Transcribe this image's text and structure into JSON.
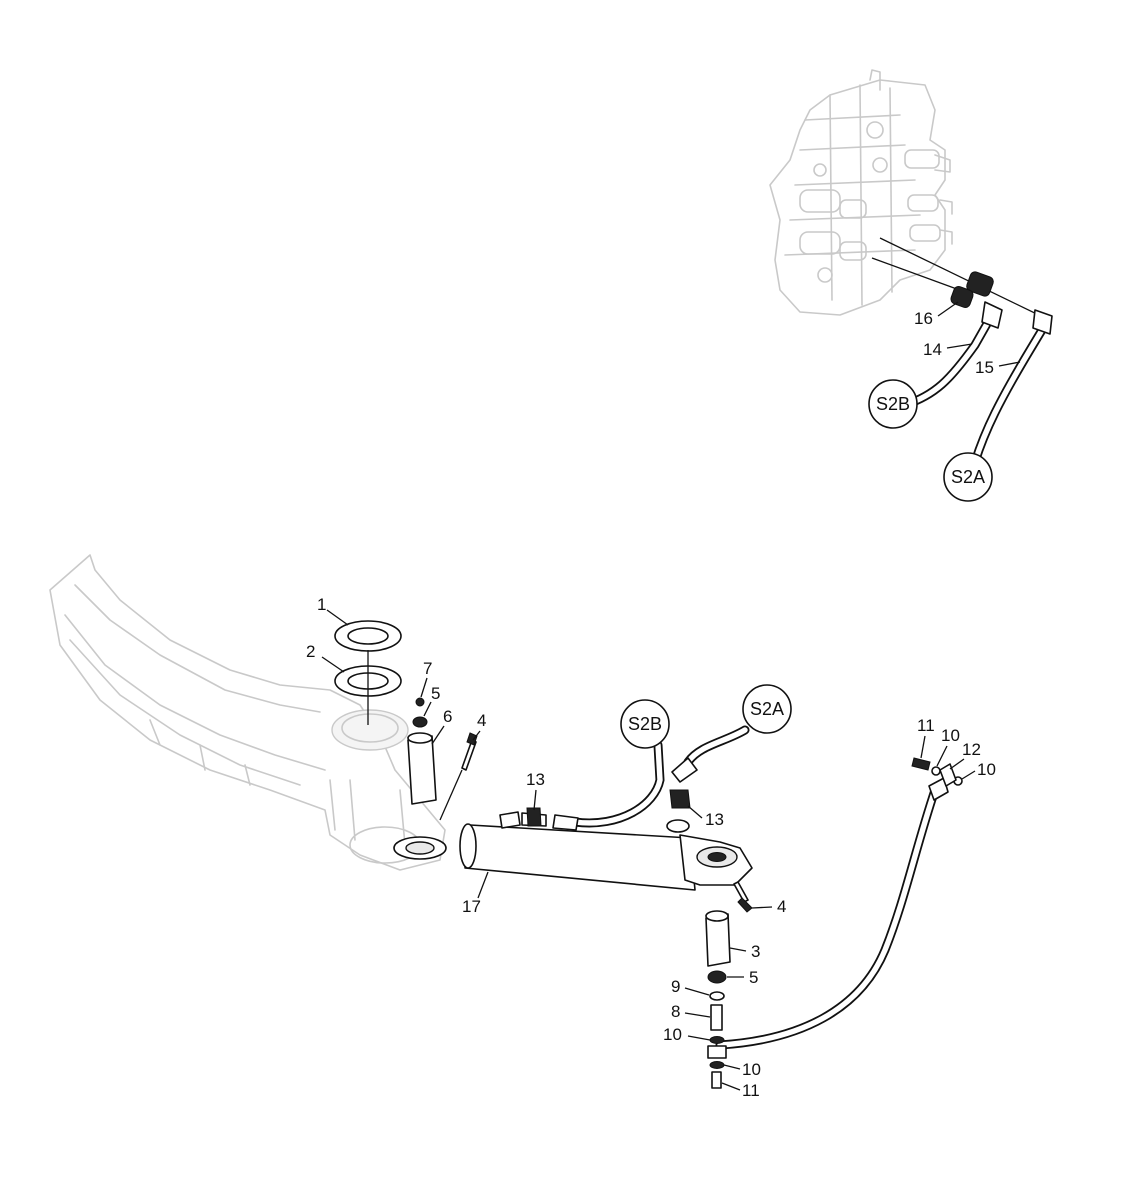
{
  "callouts": {
    "c1": "1",
    "c2": "2",
    "c3": "3",
    "c4a": "4",
    "c4b": "4",
    "c5a": "5",
    "c5b": "5",
    "c6": "6",
    "c7": "7",
    "c8": "8",
    "c9": "9",
    "c10a": "10",
    "c10b": "10",
    "c10c": "10",
    "c10d": "10",
    "c11a": "11",
    "c11b": "11",
    "c12": "12",
    "c13a": "13",
    "c13b": "13",
    "c14": "14",
    "c15": "15",
    "c16": "16",
    "c17": "17"
  },
  "connectors": {
    "s2b_top": "S2B",
    "s2a_top": "S2A",
    "s2b_bottom": "S2B",
    "s2a_bottom": "S2A"
  }
}
